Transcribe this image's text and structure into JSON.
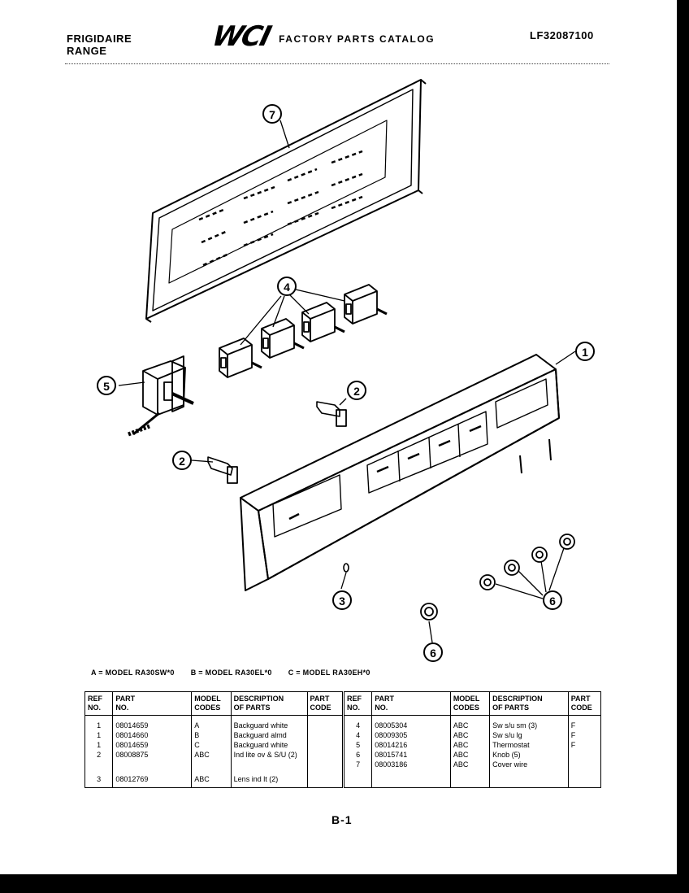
{
  "header": {
    "brand_line1": "FRIGIDAIRE",
    "brand_line2": "RANGE",
    "logo": "WCI",
    "catalog_title": "FACTORY PARTS CATALOG",
    "catalog_number": "LF32087100"
  },
  "callouts": [
    "7",
    "4",
    "5",
    "2",
    "2",
    "1",
    "3",
    "6",
    "6"
  ],
  "models": [
    "A = MODEL RA30SW*0",
    "B = MODEL RA30EL*0",
    "C = MODEL RA30EH*0"
  ],
  "table_headers": {
    "ref": [
      "REF",
      "NO."
    ],
    "part": [
      "PART",
      "NO."
    ],
    "model": [
      "MODEL",
      "CODES"
    ],
    "desc": [
      "DESCRIPTION",
      "OF PARTS"
    ],
    "code": [
      "PART",
      "CODE"
    ]
  },
  "parts_left": [
    {
      "ref": "1",
      "part": "08014659",
      "model": "A",
      "desc": "Backguard white",
      "code": ""
    },
    {
      "ref": "1",
      "part": "08014660",
      "model": "B",
      "desc": "Backguard almd",
      "code": ""
    },
    {
      "ref": "1",
      "part": "08014659",
      "model": "C",
      "desc": "Backguard white",
      "code": ""
    },
    {
      "ref": "2",
      "part": "08008875",
      "model": "ABC",
      "desc": "Ind lite ov & S/U (2)",
      "code": ""
    },
    {
      "ref": "3",
      "part": "08012769",
      "model": "ABC",
      "desc": "Lens ind lt (2)",
      "code": ""
    }
  ],
  "parts_right": [
    {
      "ref": "4",
      "part": "08005304",
      "model": "ABC",
      "desc": "Sw s/u sm (3)",
      "code": "F"
    },
    {
      "ref": "4",
      "part": "08009305",
      "model": "ABC",
      "desc": "Sw s/u lg",
      "code": "F"
    },
    {
      "ref": "5",
      "part": "08014216",
      "model": "ABC",
      "desc": "Thermostat",
      "code": "F"
    },
    {
      "ref": "6",
      "part": "08015741",
      "model": "ABC",
      "desc": "Knob (5)",
      "code": ""
    },
    {
      "ref": "7",
      "part": "08003186",
      "model": "ABC",
      "desc": "Cover wire",
      "code": ""
    }
  ],
  "page_number": "B-1"
}
